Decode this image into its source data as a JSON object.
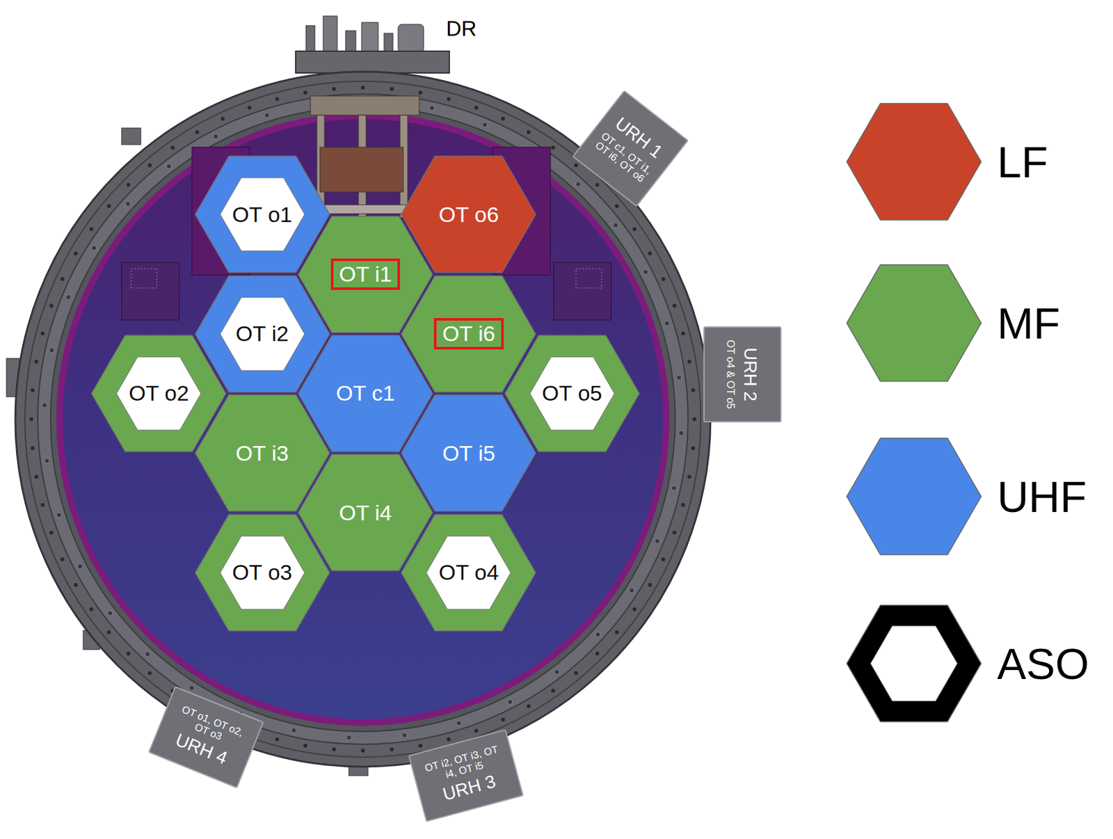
{
  "diagram": {
    "nodes": [
      {
        "text": [
          "OT o1"
        ]
      },
      {
        "text": [
          "OT o6"
        ]
      },
      {
        "text": [
          "URH 1",
          "OT c1, OT i1, OT i6, OT o6"
        ]
      },
      {
        "text": [
          "OT i1"
        ]
      },
      {
        "text": [
          "OT i2"
        ]
      },
      {
        "text": [
          "OT i6"
        ]
      },
      {
        "text": [
          "URH 2",
          "OT o4 & OT o5"
        ]
      },
      {
        "text": [
          "OT o2"
        ]
      },
      {
        "text": [
          "OT c1"
        ]
      },
      {
        "text": [
          "OT o5"
        ]
      },
      {
        "text": [
          "OT i3"
        ]
      },
      {
        "text": [
          "OT i5"
        ]
      },
      {
        "text": [
          "OT i4"
        ]
      },
      {
        "text": [
          "OT o3"
        ]
      },
      {
        "text": [
          "OT o4"
        ]
      },
      {
        "text": [
          "OT o1, OT o2, OT o3",
          "URH 4"
        ]
      },
      {
        "text": [
          "OT i2, OT i3, OT i4, OT i5",
          "URH 3"
        ]
      }
    ],
    "labels": [
      "DR"
    ],
    "legend": [
      {
        "text": "LF",
        "color": "#c9432a"
      },
      {
        "text": "MF",
        "color": "#6aa84f"
      },
      {
        "text": "UHF",
        "color": "#4a86e8"
      },
      {
        "text": "ASO"
      }
    ]
  }
}
